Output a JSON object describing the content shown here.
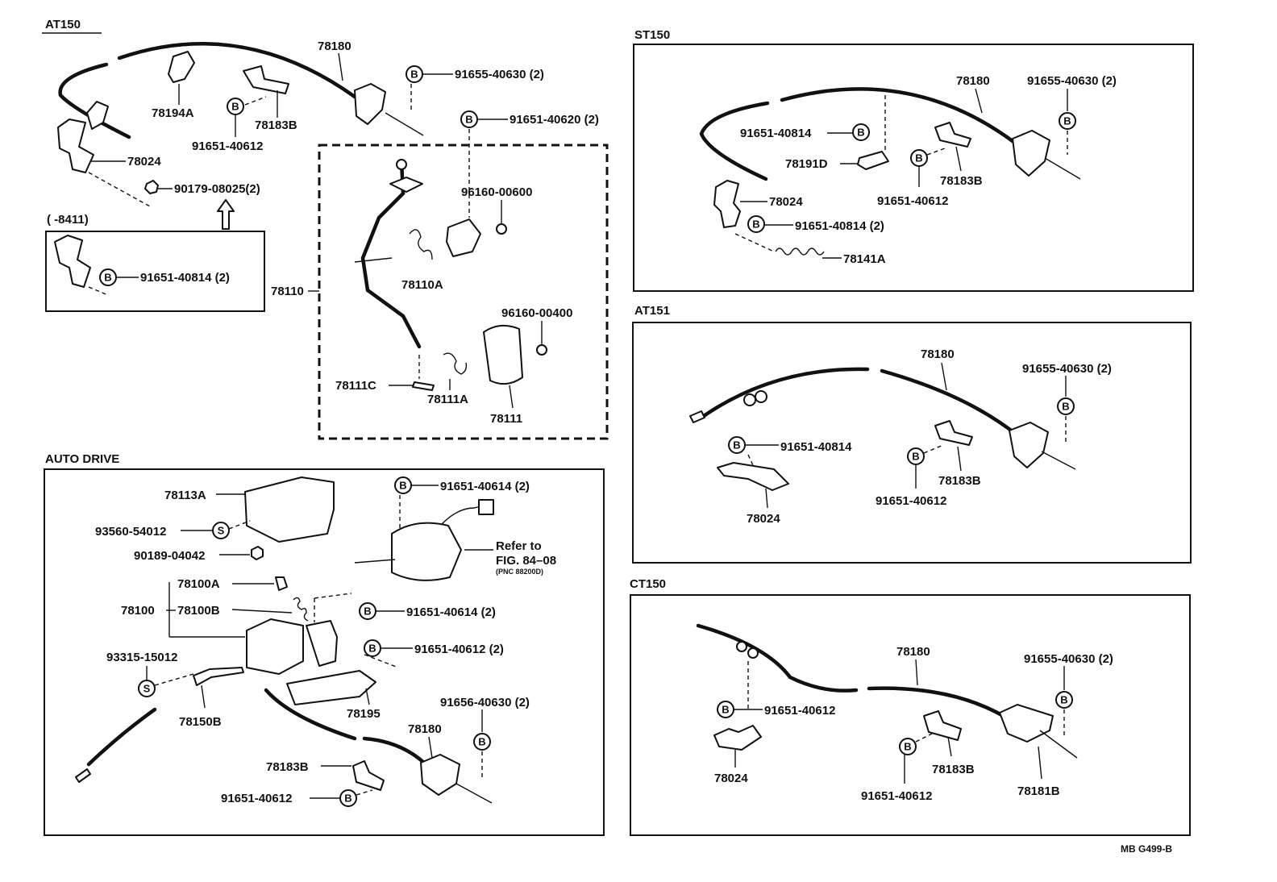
{
  "sections": {
    "at150": "AT150",
    "st150": "ST150",
    "at151": "AT151",
    "ct150": "CT150",
    "auto_drive": "AUTO DRIVE"
  },
  "at150": {
    "cable": "78180",
    "bracket_a": "78194A",
    "bracket_b": "78183B",
    "bolt_a": "91655-40630 (2)",
    "bolt_b": "91651-40620 (2)",
    "bolt_c": "91651-40612",
    "bracket_c": "78024",
    "nut": "90179-08025(2)",
    "early_note": "(          -8411)",
    "early_bolt": "91651-40814 (2)",
    "pedal": "78110",
    "pedal_spring": "78110A",
    "bushing_a": "96160-00600",
    "bushing_b": "96160-00400",
    "pin": "78111C",
    "spring": "78111A",
    "pad": "78111"
  },
  "st150": {
    "cable": "78180",
    "bolt_a": "91655-40630 (2)",
    "bolt_b": "91651-40814",
    "bracket_a": "78191D",
    "bracket_b": "78183B",
    "bolt_c": "91651-40612",
    "bracket_c": "78024",
    "bolt_d": "91651-40814 (2)",
    "spring": "78141A"
  },
  "at151": {
    "cable": "78180",
    "bolt_a": "91655-40630 (2)",
    "bolt_b": "91651-40814",
    "bracket_b": "78183B",
    "bolt_c": "91651-40612",
    "bracket_c": "78024"
  },
  "ct150": {
    "cable": "78180",
    "bolt_a": "91655-40630 (2)",
    "bolt_b": "91651-40612",
    "bracket_c": "78024",
    "bracket_b": "78183B",
    "bolt_c": "91651-40612",
    "bracket_d": "78181B"
  },
  "auto_drive": {
    "cover": "78113A",
    "screw": "93560-54012",
    "nut": "90189-04042",
    "bolt_a": "91651-40614 (2)",
    "refer_1": "Refer to",
    "refer_2": "FIG. 84–08",
    "refer_3": "(PNC 88200D)",
    "part_a": "78100A",
    "part_b": "78100B",
    "part_main": "78100",
    "bolt_b": "91651-40614 (2)",
    "bolt_c": "91651-40612 (2)",
    "screw_b": "93315-15012",
    "part_c": "78150B",
    "bracket": "78195",
    "bolt_d": "91656-40630 (2)",
    "cable": "78180",
    "bracket_b": "78183B",
    "bolt_e": "91651-40612"
  },
  "symbols": {
    "bolt": "B",
    "screw": "S"
  },
  "footer": "MB G499-B"
}
